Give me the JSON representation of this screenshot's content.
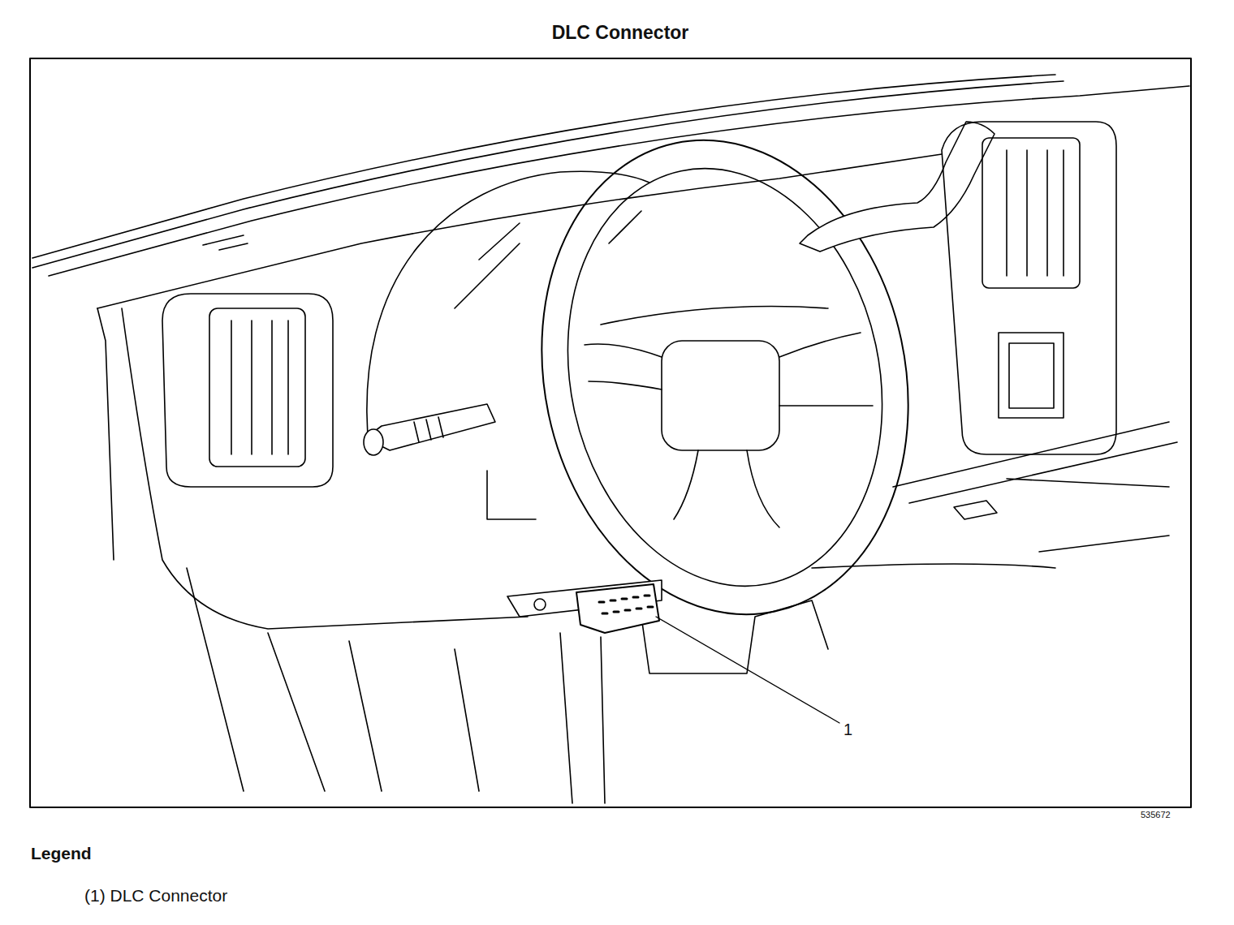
{
  "diagram": {
    "title": "DLC Connector",
    "labels": [
      "1",
      "535672",
      "Legend"
    ],
    "legend": [
      {
        "text": "(1) DLC Connector"
      }
    ]
  }
}
